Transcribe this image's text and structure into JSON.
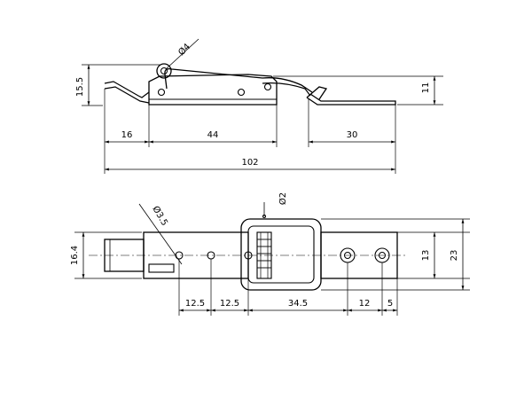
{
  "top_view": {
    "dims": {
      "height": "15.5",
      "pin_dia": "Ø4",
      "right_height": "11",
      "hinge_len": "16",
      "body_len": "44",
      "strike_len": "30",
      "overall_len": "102"
    }
  },
  "plan_view": {
    "dims": {
      "width": "16.4",
      "hole_dia": "Ø3.5",
      "pin_dia": "Ø2",
      "pitch_1": "12.5",
      "pitch_2": "12.5",
      "to_strike": "34.5",
      "strike_pitch": "12",
      "strike_edge": "5",
      "strike_width": "13",
      "strike_height": "23"
    }
  }
}
